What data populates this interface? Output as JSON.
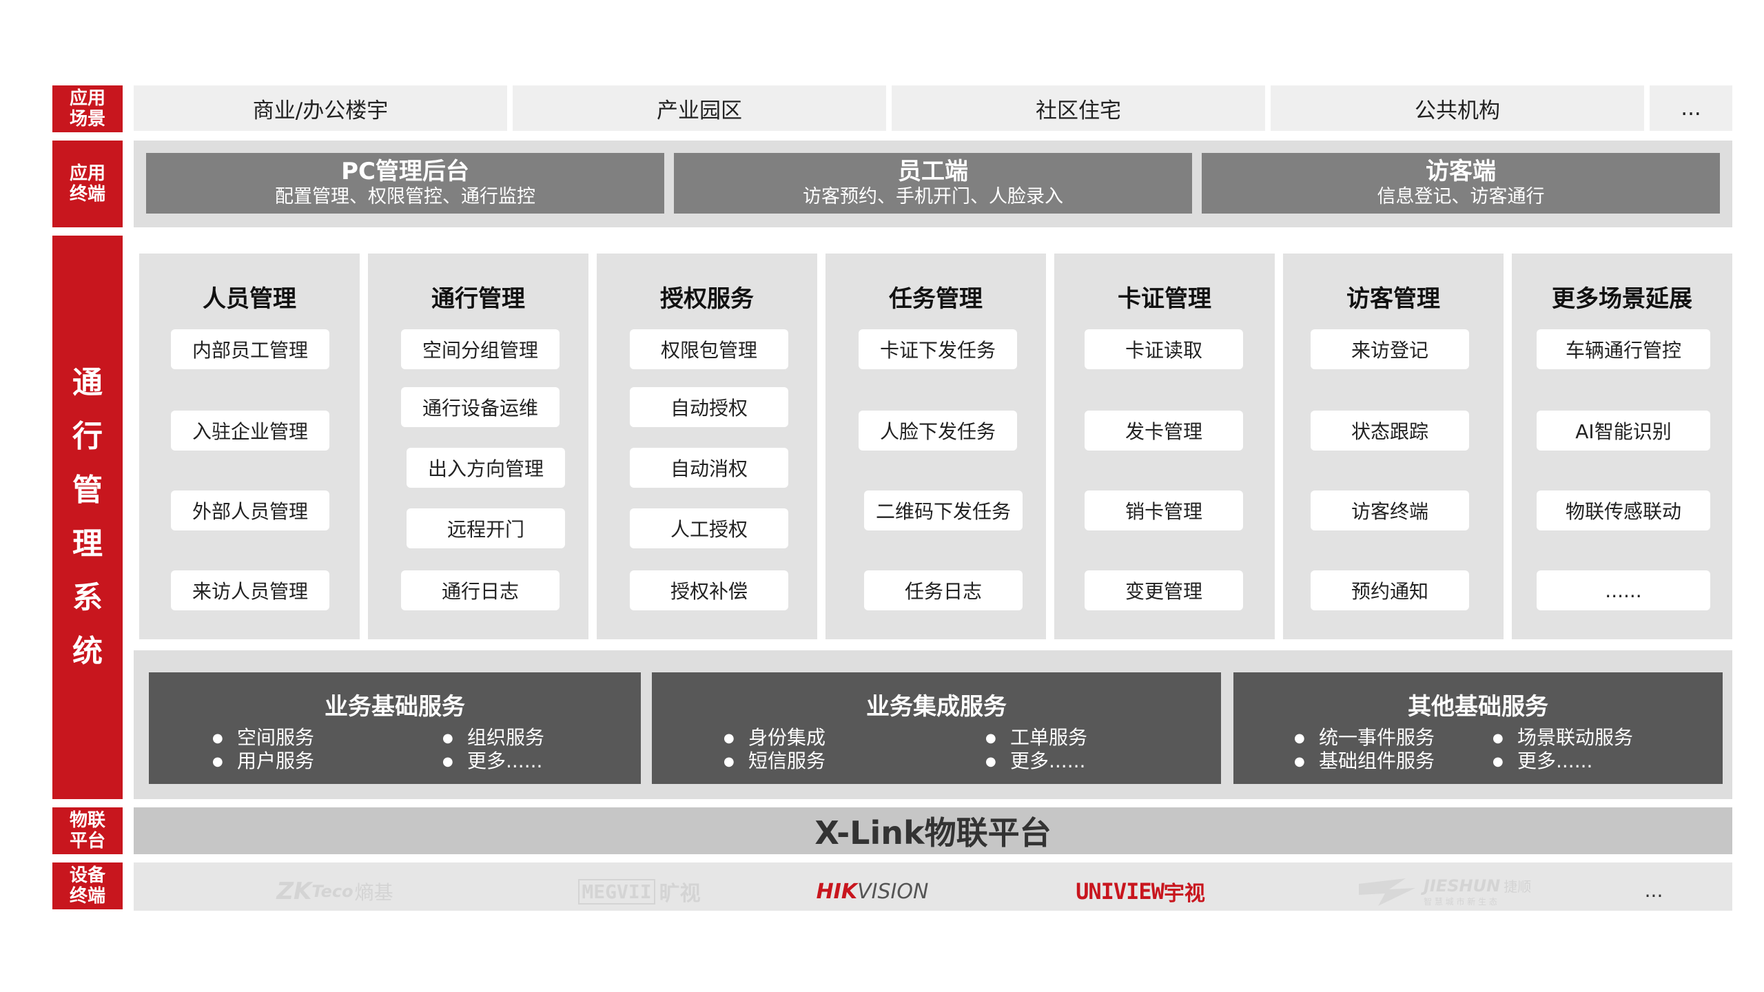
{
  "side_labels": {
    "scene": "应用\n场景",
    "terminal": "应用\n终端",
    "system": [
      "通",
      "行",
      "管",
      "理",
      "系",
      "统"
    ],
    "iot": "物联\n平台",
    "device": "设备\n终端"
  },
  "scenes": [
    "商业/办公楼宇",
    "产业园区",
    "社区住宅",
    "公共机构",
    "..."
  ],
  "terminals": [
    {
      "title": "PC管理后台",
      "sub": "配置管理、权限管控、通行监控"
    },
    {
      "title": "员工端",
      "sub": "访客预约、手机开门、人脸录入"
    },
    {
      "title": "访客端",
      "sub": "信息登记、访客通行"
    }
  ],
  "modules": [
    {
      "title": "人员管理",
      "items": [
        "内部员工管理",
        "入驻企业管理",
        "外部人员管理",
        "来访人员管理"
      ]
    },
    {
      "title": "通行管理",
      "items": [
        "空间分组管理",
        "通行设备运维",
        "出入方向管理",
        "远程开门",
        "通行日志"
      ]
    },
    {
      "title": "授权服务",
      "items": [
        "权限包管理",
        "自动授权",
        "自动消权",
        "人工授权",
        "授权补偿"
      ]
    },
    {
      "title": "任务管理",
      "items": [
        "卡证下发任务",
        "人脸下发任务",
        "二维码下发任务",
        "任务日志"
      ]
    },
    {
      "title": "卡证管理",
      "items": [
        "卡证读取",
        "发卡管理",
        "销卡管理",
        "变更管理"
      ]
    },
    {
      "title": "访客管理",
      "items": [
        "来访登记",
        "状态跟踪",
        "访客终端",
        "预约通知"
      ]
    },
    {
      "title": "更多场景延展",
      "items": [
        "车辆通行管控",
        "AI智能识别",
        "物联传感联动",
        "......"
      ]
    }
  ],
  "services": [
    {
      "title": "业务基础服务",
      "items": [
        "空间服务",
        "用户服务",
        "组织服务",
        "更多......"
      ]
    },
    {
      "title": "业务集成服务",
      "items": [
        "身份集成",
        "短信服务",
        "工单服务",
        "更多......"
      ]
    },
    {
      "title": "其他基础服务",
      "items": [
        "统一事件服务",
        "基础组件服务",
        "场景联动服务",
        "更多......"
      ]
    }
  ],
  "platform": "X-Link物联平台",
  "devices": {
    "zkteco_a": "ZK",
    "zkteco_b": "Teco",
    "zkteco_c": "熵基",
    "megvii_a": "MEGVII",
    "megvii_b": "旷视",
    "hik_a": "HIK",
    "hik_b": "VISION",
    "uniview": "UNIVIEW",
    "uniview_b": "宇视",
    "jieshun_a": "JIESHUN",
    "jieshun_b": "捷顺",
    "jieshun_c": "智 慧 城 市 新 生 态",
    "more": "..."
  },
  "colors": {
    "accent": "#c8161e",
    "terminal": "#808080",
    "service": "#585858",
    "platform": "#c6c6c6"
  }
}
